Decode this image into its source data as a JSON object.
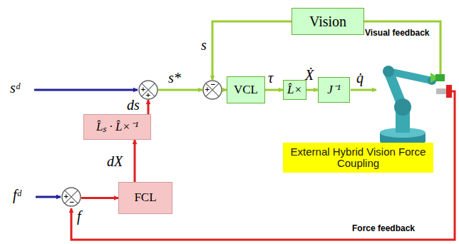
{
  "diagram": {
    "nodes": [
      {
        "text": [
          "Vision"
        ]
      },
      {
        "text": [
          "+",
          "+"
        ]
      },
      {
        "text": [
          "+",
          "−"
        ]
      },
      {
        "text": [
          "VCL"
        ]
      },
      {
        "text": [
          "L̂×"
        ]
      },
      {
        "text": [
          "J⁻¹"
        ]
      },
      {
        "text": [
          "L̂ₛ · L̂×⁻¹"
        ]
      },
      {
        "text": [
          "External Hybrid Vision Force Coupling"
        ]
      },
      {
        "text": [
          "+",
          "−"
        ]
      },
      {
        "text": [
          "FCL"
        ]
      }
    ],
    "edges": [
      {
        "from": 0,
        "to": 2,
        "label": "s",
        "arrow": "to"
      },
      {
        "from": 1,
        "to": 2,
        "label": "s*",
        "arrow": "to"
      },
      {
        "from": 2,
        "to": 3,
        "arrow": "to"
      },
      {
        "from": 3,
        "to": 4,
        "label": "τ",
        "arrow": "to"
      },
      {
        "from": 4,
        "to": 5,
        "label": "Ẋ",
        "arrow": "to"
      },
      {
        "from": 9,
        "to": 6,
        "label": "dX",
        "arrow": "to"
      },
      {
        "from": 6,
        "to": 1,
        "label": "ds",
        "arrow": "to"
      },
      {
        "from": 8,
        "to": 9,
        "arrow": "to"
      }
    ],
    "labels": [
      "sᵈ",
      "q̇",
      "Visual feedback",
      "fᵈ",
      "f",
      "Force feedback"
    ]
  }
}
